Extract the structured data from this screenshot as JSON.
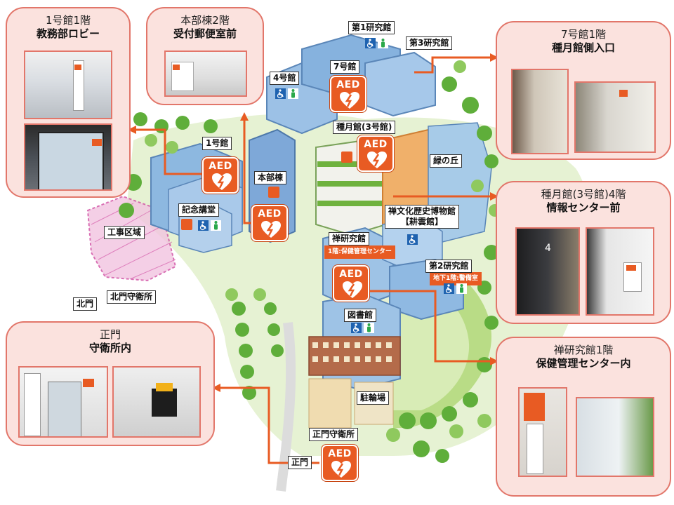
{
  "callouts": {
    "b1_lobby": {
      "line1": "1号館1階",
      "line2": "教務部ロビー"
    },
    "main_2f": {
      "line1": "本部棟2階",
      "line2": "受付郵便室前"
    },
    "b7_1f": {
      "line1": "7号館1階",
      "line2": "種月館側入口"
    },
    "shugetsu_4f": {
      "line1": "種月館(3号館)4階",
      "line2": "情報センター前"
    },
    "zen_1f": {
      "line1": "禅研究館1階",
      "line2": "保健管理センター内"
    },
    "seimon": {
      "line1": "正門",
      "line2": "守衛所内"
    }
  },
  "labels": {
    "lab1": "第1研究館",
    "lab3": "第3研究館",
    "b4": "4号館",
    "b7": "7号館",
    "shugetsu": "種月館(3号館)",
    "midori": "緑の丘",
    "b1": "1号館",
    "honbu": "本部棟",
    "kinen": "記念講堂",
    "construction": "工事区域",
    "museum_l1": "禅文化歴史博物館",
    "museum_l2": "【耕雲館】",
    "zen_lab": "禅研究館",
    "lab2": "第2研究館",
    "north_guard": "北門守衛所",
    "north_gate": "北門",
    "library": "図書館",
    "bike": "駐輪場",
    "main_guard": "正門守衛所",
    "main_gate": "正門"
  },
  "aed_text": "AED",
  "map_signs": {
    "zen_sign": "1階:保健管理センター",
    "lab2_sign": "地下1階:警備室"
  },
  "colors": {
    "aed": "#e85b23",
    "callout_fill": "#fbe2de",
    "callout_border": "#e2766a",
    "route": "#e85b23",
    "wheelchair": "#1f63b0",
    "exit_green": "#2aa84a"
  },
  "icons": [
    "aed-heart-icon",
    "wheelchair-icon",
    "restroom-icon",
    "route-arrow"
  ]
}
